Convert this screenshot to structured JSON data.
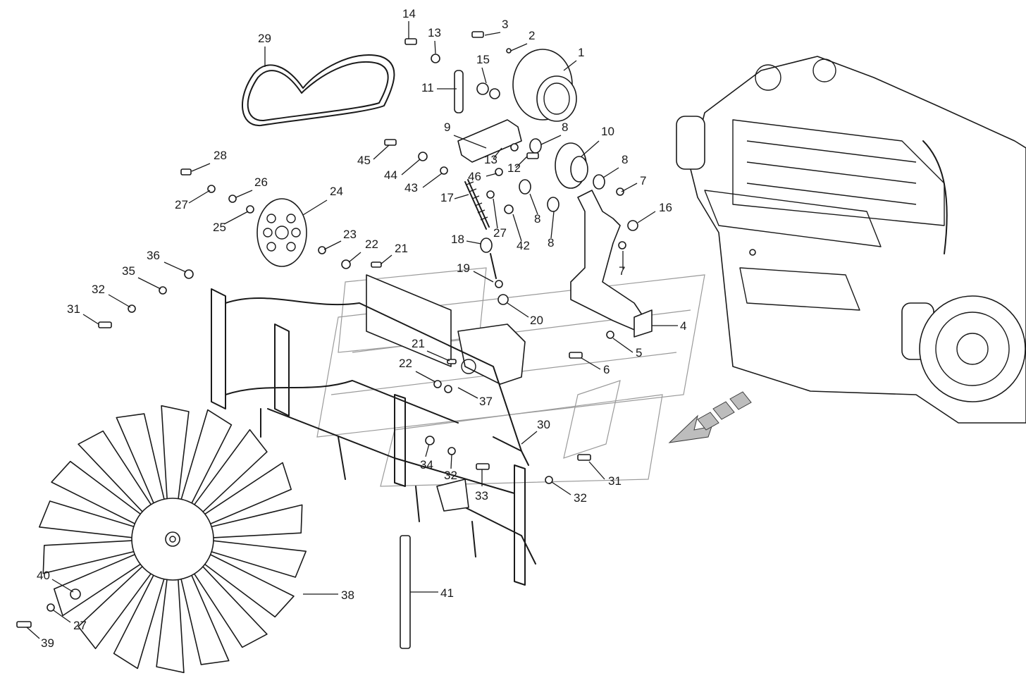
{
  "diagram": {
    "type": "exploded-parts-view",
    "subject": "engine cooling fan, belt drive and radiator frame assembly",
    "callouts": [
      {
        "id": "c1",
        "label": "1"
      },
      {
        "id": "c2",
        "label": "2"
      },
      {
        "id": "c3",
        "label": "3"
      },
      {
        "id": "c4",
        "label": "4"
      },
      {
        "id": "c5",
        "label": "5"
      },
      {
        "id": "c6",
        "label": "6"
      },
      {
        "id": "c7a",
        "label": "7"
      },
      {
        "id": "c7b",
        "label": "7"
      },
      {
        "id": "c8a",
        "label": "8"
      },
      {
        "id": "c8b",
        "label": "8"
      },
      {
        "id": "c8c",
        "label": "8"
      },
      {
        "id": "c8d",
        "label": "8"
      },
      {
        "id": "c9",
        "label": "9"
      },
      {
        "id": "c10",
        "label": "10"
      },
      {
        "id": "c11",
        "label": "11"
      },
      {
        "id": "c12",
        "label": "12"
      },
      {
        "id": "c13a",
        "label": "13"
      },
      {
        "id": "c13b",
        "label": "13"
      },
      {
        "id": "c14",
        "label": "14"
      },
      {
        "id": "c15",
        "label": "15"
      },
      {
        "id": "c16",
        "label": "16"
      },
      {
        "id": "c17",
        "label": "17"
      },
      {
        "id": "c18",
        "label": "18"
      },
      {
        "id": "c19",
        "label": "19"
      },
      {
        "id": "c20",
        "label": "20"
      },
      {
        "id": "c21a",
        "label": "21"
      },
      {
        "id": "c21b",
        "label": "21"
      },
      {
        "id": "c22a",
        "label": "22"
      },
      {
        "id": "c22b",
        "label": "22"
      },
      {
        "id": "c23",
        "label": "23"
      },
      {
        "id": "c24",
        "label": "24"
      },
      {
        "id": "c25",
        "label": "25"
      },
      {
        "id": "c26",
        "label": "26"
      },
      {
        "id": "c27a",
        "label": "27"
      },
      {
        "id": "c27b",
        "label": "27"
      },
      {
        "id": "c27c",
        "label": "27"
      },
      {
        "id": "c28",
        "label": "28"
      },
      {
        "id": "c29",
        "label": "29"
      },
      {
        "id": "c30",
        "label": "30"
      },
      {
        "id": "c31a",
        "label": "31"
      },
      {
        "id": "c31b",
        "label": "31"
      },
      {
        "id": "c32a",
        "label": "32"
      },
      {
        "id": "c32b",
        "label": "32"
      },
      {
        "id": "c32c",
        "label": "32"
      },
      {
        "id": "c33",
        "label": "33"
      },
      {
        "id": "c34",
        "label": "34"
      },
      {
        "id": "c35",
        "label": "35"
      },
      {
        "id": "c36",
        "label": "36"
      },
      {
        "id": "c37",
        "label": "37"
      },
      {
        "id": "c38",
        "label": "38"
      },
      {
        "id": "c39",
        "label": "39"
      },
      {
        "id": "c40",
        "label": "40"
      },
      {
        "id": "c41",
        "label": "41"
      },
      {
        "id": "c42",
        "label": "42"
      },
      {
        "id": "c43",
        "label": "43"
      },
      {
        "id": "c44",
        "label": "44"
      },
      {
        "id": "c45",
        "label": "45"
      },
      {
        "id": "c46",
        "label": "46"
      }
    ]
  }
}
